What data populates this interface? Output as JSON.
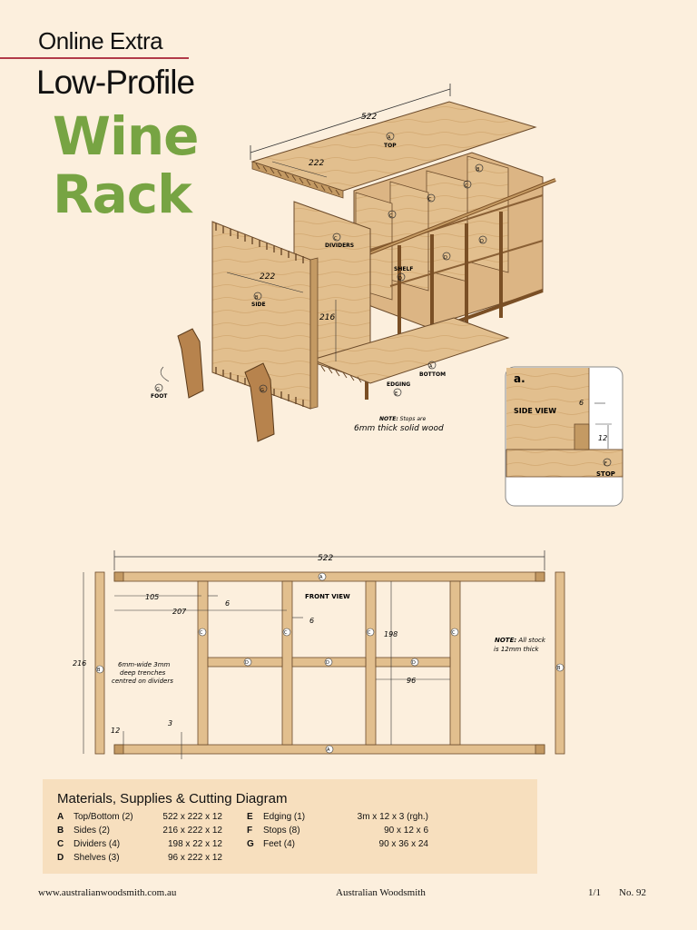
{
  "header": {
    "online_extra": "Online Extra",
    "subtitle": "Low-Profile",
    "title_line1": "Wine",
    "title_line2": "Rack"
  },
  "exploded_view": {
    "dim_522": "522",
    "dim_222_top": "222",
    "dim_222_side": "222",
    "dim_216": "216",
    "top_letter": "A",
    "top_label": "TOP",
    "dividers_letter": "C",
    "dividers_label": "DIVIDERS",
    "side_letter": "B",
    "side_label": "SIDE",
    "shelf_label": "SHELF",
    "shelf_letter": "D",
    "bottom_letter": "A",
    "bottom_label": "BOTTOM",
    "edging_label": "EDGING",
    "edging_letter": "E",
    "foot_letter": "G",
    "foot_label": "FOOT",
    "letter_b": "B",
    "letter_c": "C",
    "letter_d": "D",
    "letter_g": "G",
    "note_prefix": "NOTE:",
    "note_line1": "Stops are",
    "note_line2": "6mm thick solid wood"
  },
  "side_view": {
    "letter": "a.",
    "label": "SIDE VIEW",
    "dim_6": "6",
    "dim_12": "12",
    "stop_letter": "F",
    "stop_label": "STOP"
  },
  "front_view": {
    "label": "FRONT VIEW",
    "dim_522": "522",
    "dim_105": "105",
    "dim_207": "207",
    "dim_6a": "6",
    "dim_6b": "6",
    "dim_198": "198",
    "dim_96": "96",
    "dim_216": "216",
    "dim_12": "12",
    "dim_3": "3",
    "trench_line1": "6mm-wide 3mm",
    "trench_line2": "deep trenches",
    "trench_line3": "centred on dividers",
    "note_prefix": "NOTE:",
    "note_line1": "All stock",
    "note_line2": "is 12mm thick",
    "letter_a": "A",
    "letter_b": "B",
    "letter_c": "C",
    "letter_d": "D"
  },
  "materials": {
    "title": "Materials, Supplies & Cutting Diagram",
    "left": [
      {
        "letter": "A",
        "name": "Top/Bottom (2)",
        "size": "522 x 222 x 12"
      },
      {
        "letter": "B",
        "name": "Sides (2)",
        "size": "216 x 222 x 12"
      },
      {
        "letter": "C",
        "name": "Dividers (4)",
        "size": "198 x 22 x 12"
      },
      {
        "letter": "D",
        "name": "Shelves (3)",
        "size": "96 x 222 x 12"
      }
    ],
    "right": [
      {
        "letter": "E",
        "name": "Edging (1)",
        "size": "3m x 12 x 3 (rgh.)"
      },
      {
        "letter": "F",
        "name": "Stops (8)",
        "size": "90 x 12 x 6"
      },
      {
        "letter": "G",
        "name": "Feet (4)",
        "size": "90 x 36 x 24"
      }
    ]
  },
  "footer": {
    "url": "www.australianwoodsmith.com.au",
    "publication": "Australian Woodsmith",
    "page": "1/1",
    "issue": "No. 92"
  },
  "colors": {
    "background": "#fcefdd",
    "title_green": "#77a443",
    "wood": "#e2bf8e",
    "wood_dark": "#b88a57",
    "materials_bg": "#f7dfbe",
    "rule_red": "#b23a48"
  }
}
